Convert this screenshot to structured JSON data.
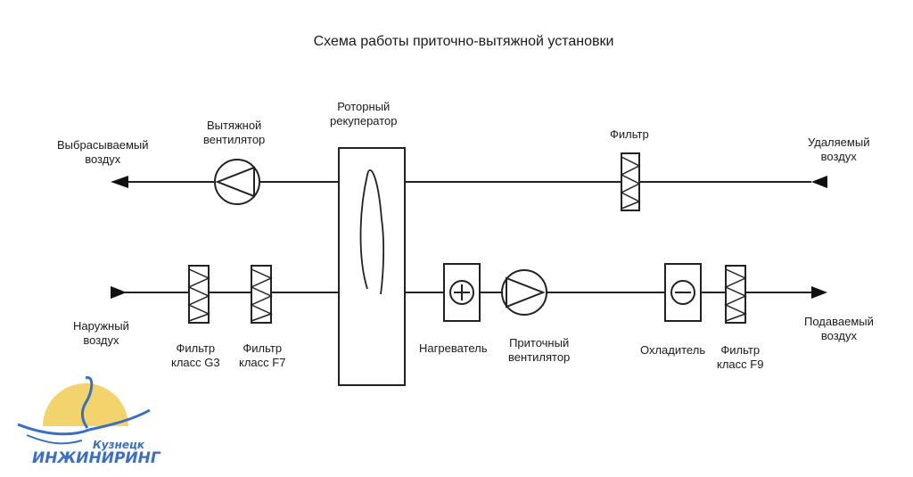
{
  "title": "Схема работы приточно-вытяжной установки",
  "labels": {
    "exhaust_air": [
      "Выбрасываемый",
      "воздух"
    ],
    "exhaust_fan": [
      "Вытяжной",
      "вентилятор"
    ],
    "rotary_recuperator": [
      "Роторный",
      "рекуператор"
    ],
    "filter_top": [
      "Фильтр"
    ],
    "removed_air": [
      "Удаляемый",
      "воздух"
    ],
    "outdoor_air": [
      "Наружный",
      "воздух"
    ],
    "filter_g3": [
      "Фильтр",
      "класс G3"
    ],
    "filter_f7": [
      "Фильтр",
      "класс F7"
    ],
    "heater": [
      "Нагреватель"
    ],
    "supply_fan": [
      "Приточный",
      "вентилятор"
    ],
    "cooler": [
      "Охладитель"
    ],
    "filter_f9": [
      "Фильтр",
      "класс F9"
    ],
    "supply_air": [
      "Подаваемый",
      "воздух"
    ]
  },
  "logo": {
    "line1": "Кузнецк",
    "line2": "ИНЖИНИРИНГ",
    "colors": {
      "sun": "#f3d36b",
      "brand": "#3a6fc4"
    }
  }
}
